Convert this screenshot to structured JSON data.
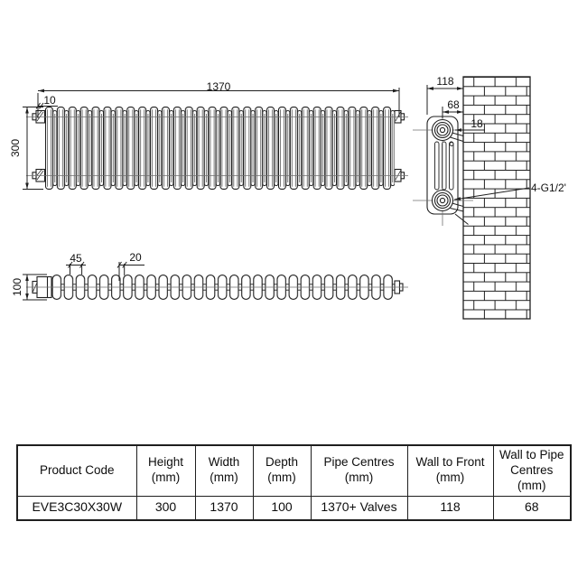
{
  "dims": {
    "front_width": "1370",
    "front_end_offset": "10",
    "front_height": "300",
    "plan_pitch": "45",
    "plan_gap": "20",
    "plan_depth": "100",
    "wall_to_front": "118",
    "wall_to_pipe": "68",
    "pipe_offset": "18",
    "connections": "4-G1/2'"
  },
  "spec_table": {
    "headers": [
      "Product Code",
      "Height (mm)",
      "Width (mm)",
      "Depth (mm)",
      "Pipe Centres (mm)",
      "Wall to Front (mm)",
      "Wall to Pipe Centres (mm)"
    ],
    "row": [
      "EVE3C30X30W",
      "300",
      "1370",
      "100",
      "1370+ Valves",
      "118",
      "68"
    ]
  },
  "colors": {
    "line": "#1f1f1f",
    "centerline": "#6f6f6f",
    "background": "#ffffff",
    "text": "#111111"
  }
}
